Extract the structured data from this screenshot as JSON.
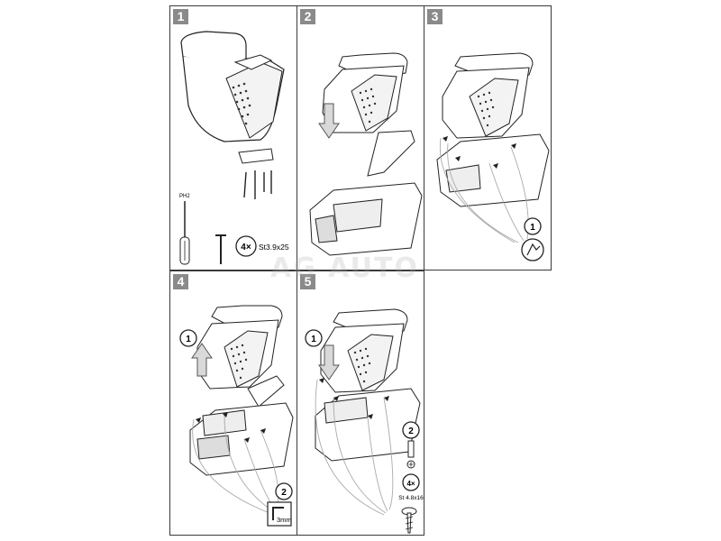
{
  "steps": [
    {
      "number": "1"
    },
    {
      "number": "2"
    },
    {
      "number": "3"
    },
    {
      "number": "4"
    },
    {
      "number": "5"
    }
  ],
  "step1": {
    "screwdriver_tag": "PH2",
    "screw_count": "4×",
    "screw_spec": "St3.9x25"
  },
  "step3": {
    "callout": "1"
  },
  "step4": {
    "callout_1": "1",
    "callout_2": "2",
    "hex_size": "3mm"
  },
  "step5": {
    "callout_1": "1",
    "callout_2": "2",
    "screw_count": "4×",
    "screw_spec": "St 4.8x16"
  },
  "watermark": "AG AUTO",
  "colors": {
    "border": "#3a3a3a",
    "step_badge": "#8a8a8a",
    "arrow": "#9a9a9a"
  }
}
